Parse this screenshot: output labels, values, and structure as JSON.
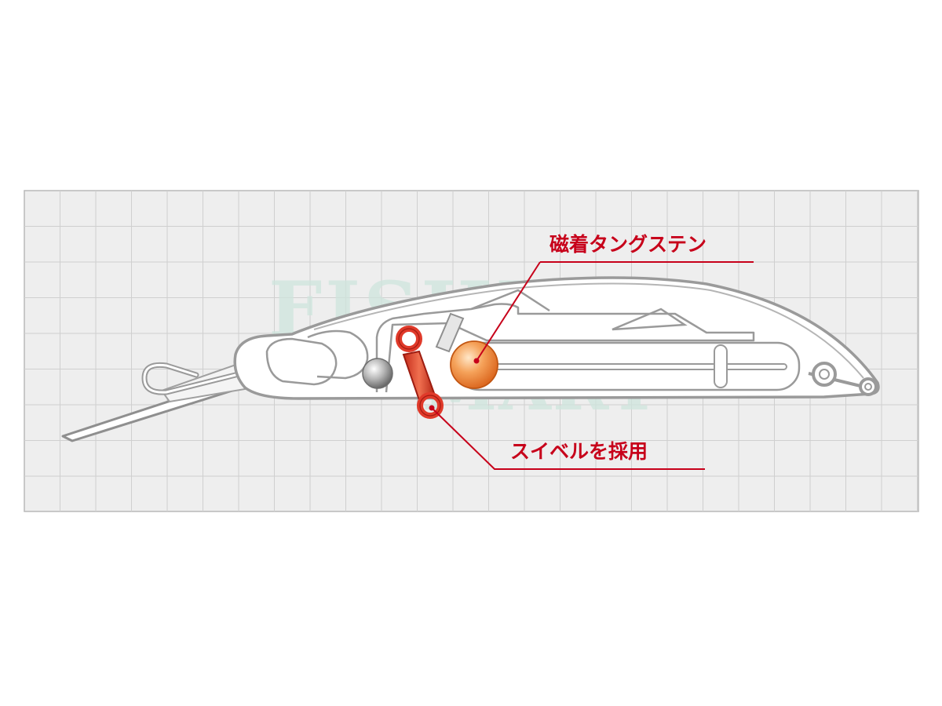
{
  "diagram": {
    "callouts": {
      "magnet_label": "磁着タングステン",
      "swivel_label": "スイベルを採用"
    },
    "watermark": {
      "line1": "FISHING",
      "line2": "MART"
    },
    "colors": {
      "grid_background": "#eeeeee",
      "grid_line": "#cfcfcf",
      "lure_outline": "#9a9a9a",
      "lure_fill": "#ffffff",
      "callout_red": "#c7001a",
      "tungsten_ball": "#f08a3c",
      "swivel_red": "#e03a2a",
      "steel_ball": "#8c8c8c",
      "watermark": "#cfe5dd"
    }
  }
}
